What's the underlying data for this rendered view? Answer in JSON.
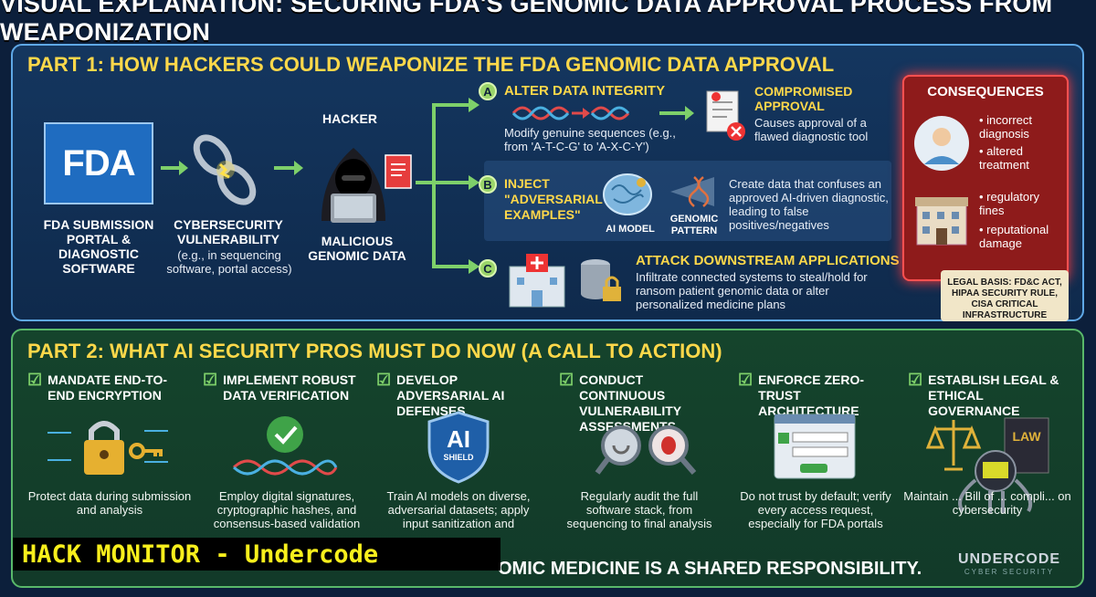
{
  "title": "VISUAL EXPLANATION: SECURING FDA'S GENOMIC DATA APPROVAL PROCESS FROM WEAPONIZATION",
  "part1": {
    "title": "PART 1: HOW HACKERS COULD WEAPONIZE THE FDA GENOMIC DATA APPROVAL",
    "fda_logo": "FDA",
    "fda_label": "FDA SUBMISSION PORTAL & DIAGNOSTIC SOFTWARE",
    "vuln_label": "CYBERSECURITY VULNERABILITY",
    "vuln_sub": "(e.g., in sequencing software, portal access)",
    "hacker_label": "HACKER",
    "malicious_label": "MALICIOUS GENOMIC DATA",
    "a": {
      "letter": "A",
      "title": "ALTER DATA INTEGRITY",
      "desc": "Modify genuine sequences (e.g., from 'A-T-C-G' to 'A-X-C-Y')"
    },
    "compromised": {
      "title": "COMPROMISED APPROVAL",
      "desc": "Causes approval of a flawed diagnostic tool"
    },
    "b": {
      "letter": "B",
      "title": "INJECT \"ADVERSARIAL EXAMPLES\"",
      "ai_model": "AI MODEL",
      "genomic_pattern": "GENOMIC PATTERN",
      "desc": "Create data that confuses an approved AI-driven diagnostic, leading to false positives/negatives"
    },
    "c": {
      "letter": "C",
      "title": "ATTACK DOWNSTREAM APPLICATIONS",
      "desc": "Infiltrate connected systems to steal/hold for ransom patient genomic data or alter personalized medicine plans"
    },
    "consequences": {
      "title": "CONSEQUENCES",
      "items": [
        "incorrect diagnosis",
        "altered treatment",
        "regulatory fines",
        "reputational damage"
      ]
    },
    "legal": "LEGAL BASIS: FD&C ACT, HIPAA SECURITY RULE, CISA CRITICAL INFRASTRUCTURE"
  },
  "part2": {
    "title": "PART 2: WHAT AI SECURITY PROS MUST DO NOW (A CALL TO ACTION)",
    "cards": [
      {
        "title": "MANDATE END-TO-END ENCRYPTION",
        "desc": "Protect data during submission and analysis"
      },
      {
        "title": "IMPLEMENT ROBUST DATA VERIFICATION",
        "desc": "Employ digital signatures, cryptographic hashes, and consensus-based validation"
      },
      {
        "title": "DEVELOP ADVERSARIAL AI DEFENSES",
        "desc": "Train AI models on diverse, adversarial datasets; apply input sanitization and"
      },
      {
        "title": "CONDUCT CONTINUOUS VULNERABILITY ASSESSMENTS",
        "desc": "Regularly audit the full software stack, from sequencing to final analysis"
      },
      {
        "title": "ENFORCE ZERO-TRUST ARCHITECTURE",
        "desc": "Do not trust by default; verify every access request, especially for FDA portals"
      },
      {
        "title": "ESTABLISH LEGAL & ETHICAL GOVERNANCE",
        "desc": "Maintain ... Bill of ... compli... on cybersecurity"
      }
    ],
    "shield_text": "AI",
    "shield_sub": "SHIELD",
    "law_text": "LAW",
    "footer": "OMIC MEDICINE IS A SHARED RESPONSIBILITY."
  },
  "banner": "HACK MONITOR - Undercode",
  "undercode": {
    "name": "UNDERCODE",
    "sub": "CYBER SECURITY"
  }
}
